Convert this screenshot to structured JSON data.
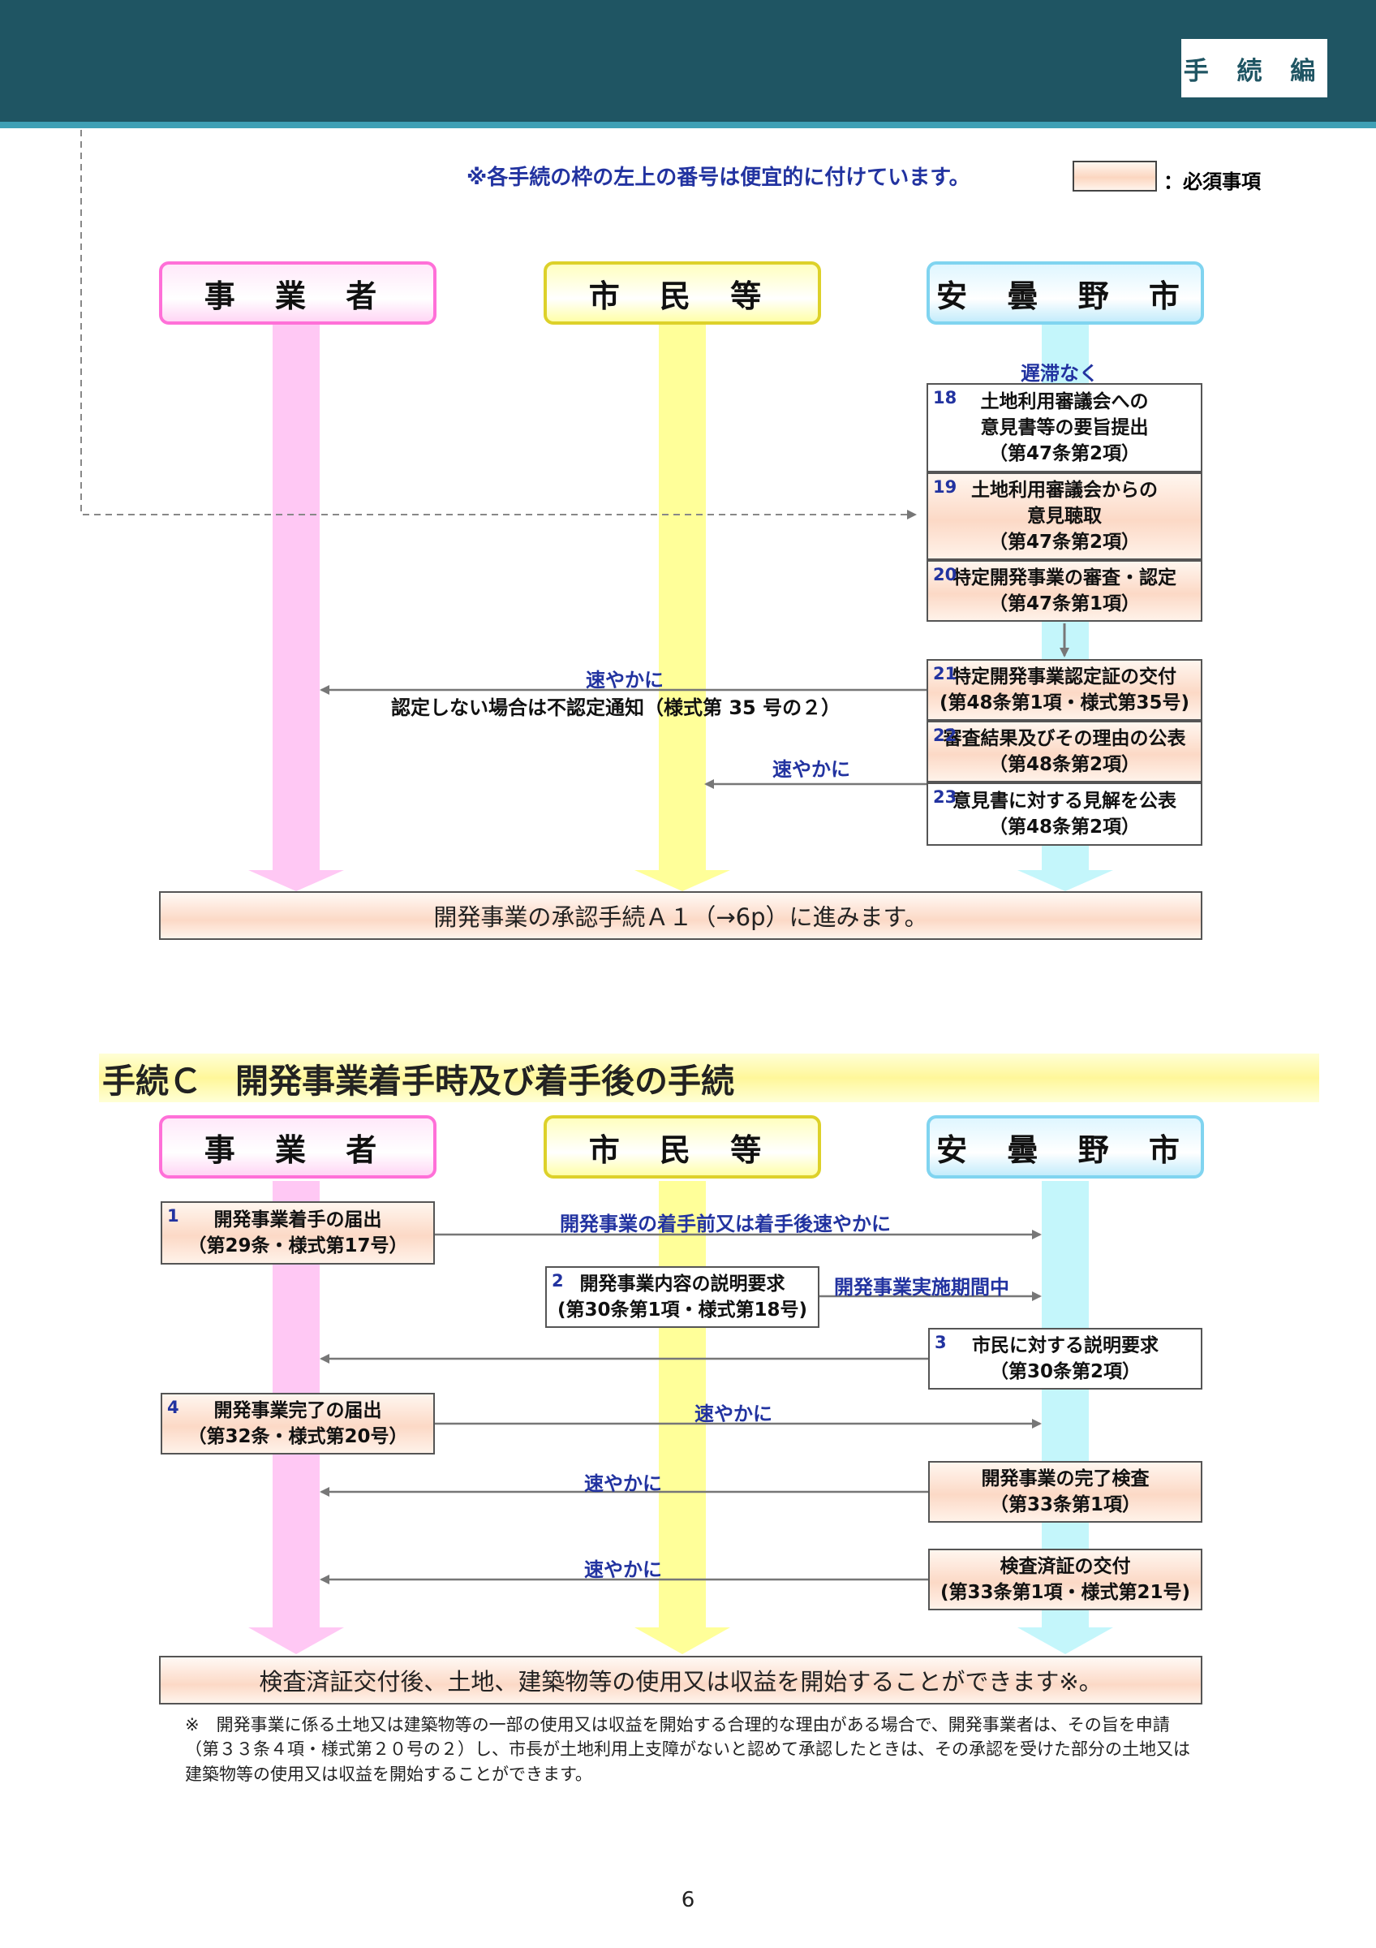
{
  "header": {
    "badge": "手 続 編"
  },
  "legend": {
    "note": "※各手続の枠の左上の番号は便宜的に付けています。",
    "label": "：必須事項"
  },
  "roles": {
    "operator": "事 業 者",
    "citizens": "市 民 等",
    "city": "安 曇 野 市"
  },
  "upper": {
    "label_delay": "遅滞なく",
    "steps": [
      {
        "num": "18",
        "lines": [
          "土地利用審議会への",
          "意見書等の要旨提出",
          "（第47条第2項）"
        ]
      },
      {
        "num": "19",
        "lines": [
          "土地利用審議会からの",
          "意見聴取",
          "（第47条第2項）"
        ]
      },
      {
        "num": "20",
        "lines": [
          "特定開発事業の審査・認定",
          "（第47条第1項）"
        ]
      },
      {
        "num": "21",
        "lines": [
          "特定開発事業認定証の交付",
          "(第48条第1項・様式第35号)"
        ]
      },
      {
        "num": "22",
        "lines": [
          "審査結果及びその理由の公表",
          "（第48条第2項）"
        ]
      },
      {
        "num": "23",
        "lines": [
          "意見書に対する見解を公表",
          "（第48条第2項）"
        ]
      }
    ],
    "label_prompt1": "速やかに",
    "label_nonapproval": "認定しない場合は不認定通知（様式第 35 号の２）",
    "label_prompt2": "速やかに",
    "result": "開発事業の承認手続Ａ１（→6p）に進みます。"
  },
  "sectionC": {
    "title": "手続Ｃ　開発事業着手時及び着手後の手続",
    "steps": [
      {
        "num": "1",
        "lines": [
          "開発事業着手の届出",
          "（第29条・様式第17号）"
        ]
      },
      {
        "num": "2",
        "lines": [
          "開発事業内容の説明要求",
          "(第30条第1項・様式第18号)"
        ]
      },
      {
        "num": "3",
        "lines": [
          "市民に対する説明要求",
          "（第30条第2項）"
        ]
      },
      {
        "num": "4",
        "lines": [
          "開発事業完了の届出",
          "（第32条・様式第20号）"
        ]
      },
      {
        "num": "",
        "lines": [
          "開発事業の完了検査",
          "（第33条第1項）"
        ]
      },
      {
        "num": "",
        "lines": [
          "検査済証の交付",
          "(第33条第1項・様式第21号)"
        ]
      }
    ],
    "label_start": "開発事業の着手前又は着手後速やかに",
    "label_period": "開発事業実施期間中",
    "label_prompt_a": "速やかに",
    "label_prompt_b": "速やかに",
    "label_prompt_c": "速やかに",
    "result": "検査済証交付後、土地、建築物等の使用又は収益を開始することができます※。",
    "footnote": "※　開発事業に係る土地又は建築物等の一部の使用又は収益を開始する合理的な理由がある場合で、開発事業者は、その旨を申請（第３３条４項・様式第２０号の２）し、市長が土地利用上支障がないと認めて承認したときは、その承認を受けた部分の土地又は建築物等の使用又は収益を開始することができます。"
  },
  "page_number": "6",
  "colors": {
    "header": "#1f5563",
    "accent_line": "#3fa0b5",
    "operator_lane": "#ffc8f4",
    "citizens_lane": "#ffff99",
    "city_lane": "#c4f6fb",
    "label_blue": "#2233a0"
  }
}
